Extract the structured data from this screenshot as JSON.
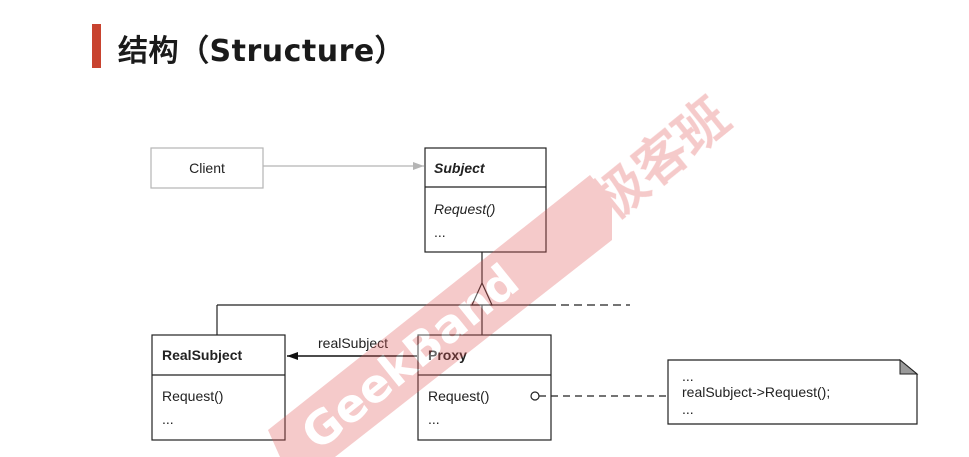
{
  "page": {
    "title": "结构（Structure）"
  },
  "watermark": {
    "brand": "GeekBand",
    "cn": "极客班",
    "color": "#e05a5a"
  },
  "diagram": {
    "client": {
      "name": "Client"
    },
    "subject": {
      "name": "Subject",
      "method": "Request()",
      "ellipsis": "..."
    },
    "realsubject": {
      "name": "RealSubject",
      "method": "Request()",
      "ellipsis": "..."
    },
    "proxy": {
      "name": "Proxy",
      "method": "Request()",
      "ellipsis": "..."
    },
    "association_label": "realSubject",
    "note": {
      "line1": "...",
      "line2": "realSubject->Request();",
      "line3": "..."
    }
  }
}
